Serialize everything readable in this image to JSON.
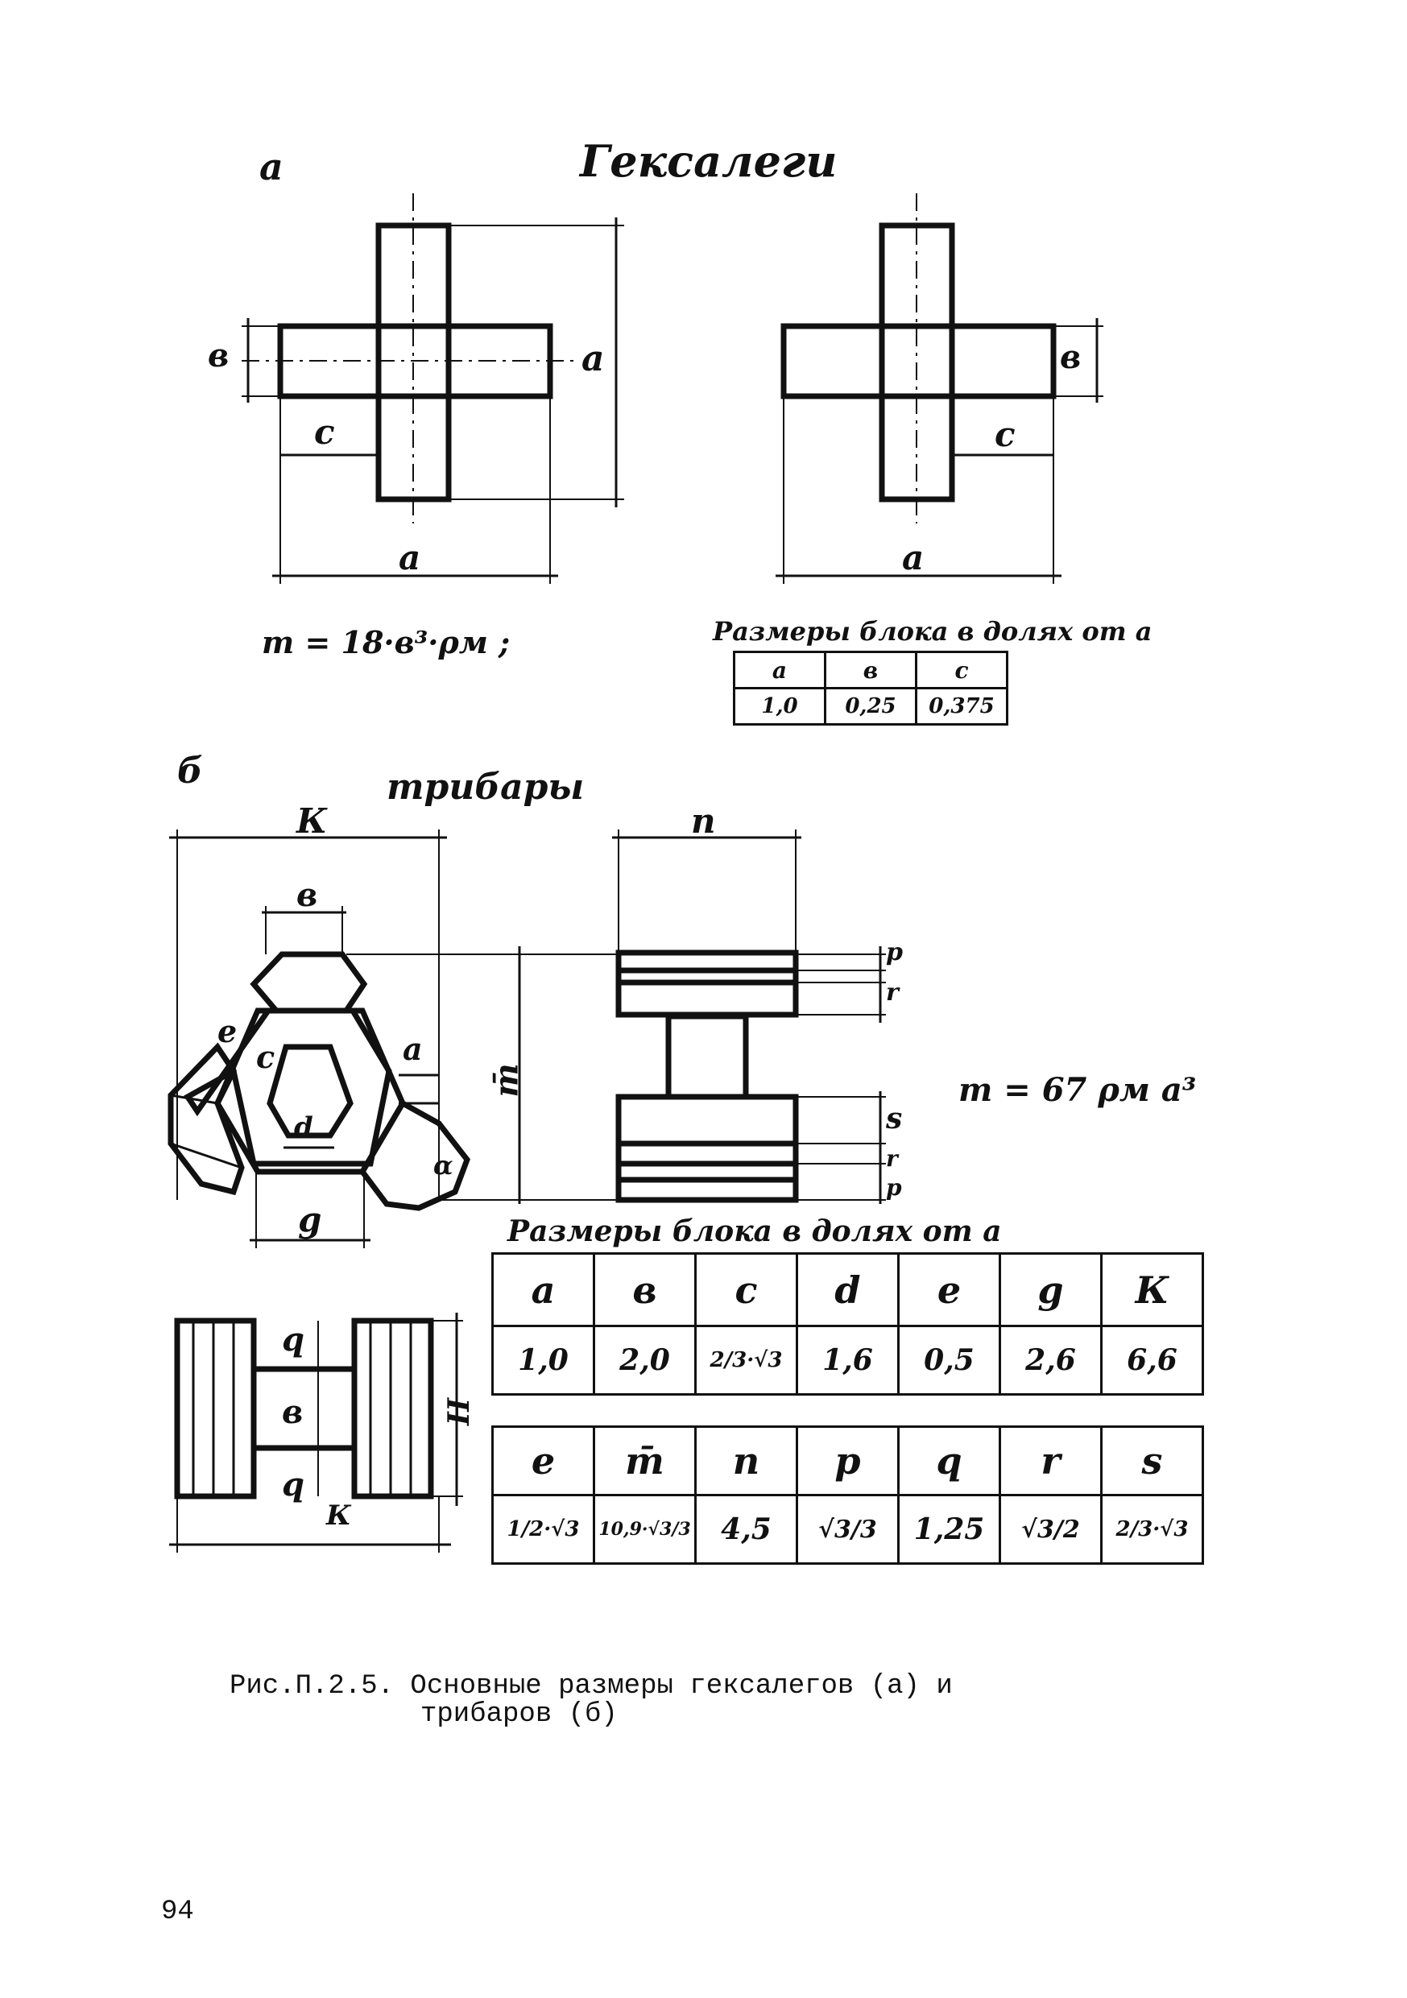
{
  "section_a": {
    "letter": "а",
    "title": "Гексалеги",
    "labels": {
      "b1": "в",
      "a_right": "а",
      "c1": "с",
      "a_bottom1": "а",
      "b2": "в",
      "c2": "с",
      "a_bottom2": "а"
    },
    "formula": "m = 18·в³·ρм ;",
    "table_caption": "Размеры блока в долях от а",
    "table": {
      "headers": [
        "а",
        "в",
        "с"
      ],
      "values": [
        "1,0",
        "0,25",
        "0,375"
      ]
    }
  },
  "section_b": {
    "letter": "б",
    "title": "трибары",
    "labels": {
      "K": "К",
      "n": "n",
      "b": "в",
      "e": "е",
      "c": "с",
      "a": "а",
      "d": "d",
      "alpha": "α",
      "g": "g",
      "m": "m̄",
      "p_top": "р",
      "r_top": "r",
      "s": "s",
      "r_bot": "r",
      "p_bot": "р",
      "q1": "q",
      "b2": "в",
      "q2": "q",
      "K2": "К",
      "H": "Н"
    },
    "formula": "m = 67 ρм а³",
    "table_caption": "Размеры блока в долях от а",
    "table1": {
      "headers": [
        "а",
        "в",
        "с",
        "d",
        "е",
        "g",
        "К"
      ],
      "values": [
        "1,0",
        "2,0",
        "2/3·√3",
        "1,6",
        "0,5",
        "2,6",
        "6,6"
      ]
    },
    "table2": {
      "headers": [
        "е",
        "m̄",
        "n",
        "р",
        "q",
        "r",
        "s"
      ],
      "values": [
        "1/2·√3",
        "10,9·√3/3",
        "4,5",
        "√3/3",
        "1,25",
        "√3/2",
        "2/3·√3"
      ]
    }
  },
  "caption": {
    "line1": "Рис.П.2.5. Основные размеры гексалегов (а) и",
    "line2": "трибаров (б)"
  },
  "page_number": "94"
}
